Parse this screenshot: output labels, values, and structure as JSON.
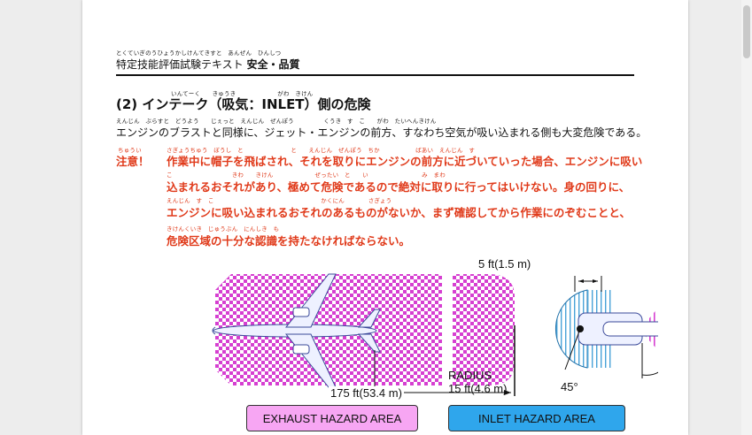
{
  "header": {
    "ruby": "とくていぎのうひょうかしけんてきすと　あんぜん　ひんしつ",
    "title": "特定技能評価試験テキスト",
    "title_bold": "安全・品質"
  },
  "section": {
    "ruby": "いんてーく　　きゅうき　　　　　　　がわ　きけん",
    "title": "(2) インテーク（吸気：INLET）側の危険"
  },
  "intro": {
    "ruby": "えんじん　ぶらすと　どうよう　　じぇっと　えんじん　ぜんぽう　　　　　くうき　す　こ　　がわ　たいへんきけん",
    "text": "エンジンのブラストと同様に、ジェット・エンジンの前方、すなわち空気が吸い込まれる側も大変危険である。"
  },
  "caution": {
    "label_ruby": "ちゅうい",
    "label": "注意！",
    "lines": [
      {
        "ruby": "さぎょうちゅう　ぼうし　と　　　　　　　　と　　えんじん　ぜんぽう　ちか　　　　　　ばあい　えんじん　す",
        "text": "作業中に帽子を飛ばされ、それを取りにエンジンの前方に近づいていった場合、エンジンに吸い"
      },
      {
        "ruby": "こ　　　　　　　　　　きわ　　きけん　　　　　　　ぜったい　と　　い　　　　　　　　　み　まわ",
        "text": "込まれるおそれがあり、極めて危険であるので絶対に取りに行ってはいけない。身の回りに、"
      },
      {
        "ruby": "えんじん　す　こ　　　　　　　　　　　　　　　　　　かくにん　　　　さぎょう",
        "text": "エンジンに吸い込まれるおそれのあるものがないか、まず確認してから作業にのぞむことと、"
      },
      {
        "ruby": "きけんくいき　じゅうぶん　にんしき　も",
        "text": "危険区域の十分な認識を持たなければならない。"
      }
    ]
  },
  "diagram": {
    "exhaust_distance": "175 ft(53.4 m)",
    "exhaust_label": "EXHAUST HAZARD AREA",
    "inlet_width": "5 ft(1.5 m)",
    "radius_label": "RADIUS",
    "radius_value": "15 ft(4.6 m)",
    "angle": "45°",
    "inlet_label": "INLET HAZARD AREA",
    "colors": {
      "exhaust_fill": "#d63fd1",
      "exhaust_box": "#f7a6f3",
      "inlet_fill": "#4aa3d8",
      "inlet_box": "#2fa6ec",
      "warning_text": "#e03a1a"
    }
  }
}
